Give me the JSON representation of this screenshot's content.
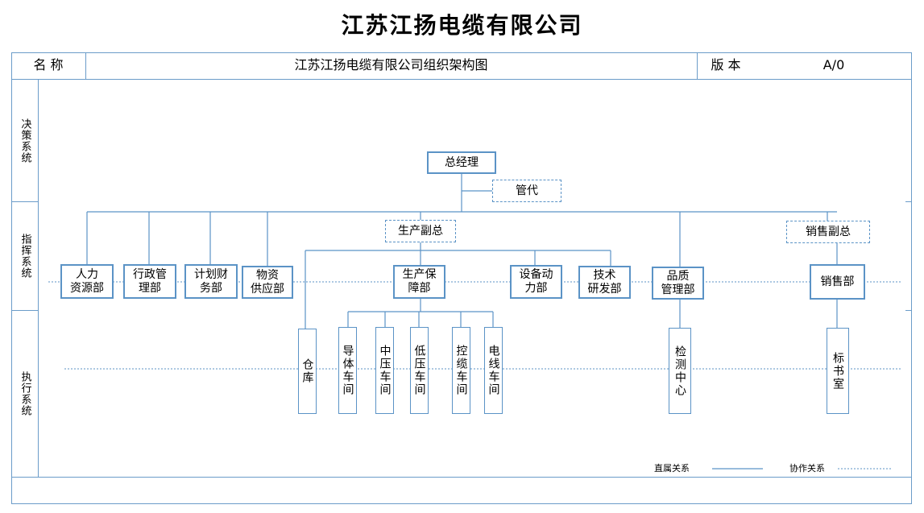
{
  "company_title": "江苏江扬电缆有限公司",
  "header": {
    "name_label": "名 称",
    "doc_name": "江苏江扬电缆有限公司组织架构图",
    "version_label": "版 本",
    "version_value": "A/0"
  },
  "rows": {
    "decision": "决策系统",
    "command": "指挥系统",
    "execution": "执行系统"
  },
  "boxes": {
    "gm": "总经理",
    "agent": "管代",
    "prod_vp": "生产副总",
    "sales_vp": "销售副总",
    "hr": "人力\n资源部",
    "admin": "行政管\n理部",
    "finance": "计划财\n务部",
    "supply": "物资\n供应部",
    "prod_support": "生产保\n障部",
    "equipment": "设备动\n力部",
    "tech": "技术\n研发部",
    "quality": "品质\n管理部",
    "sales": "销售部",
    "warehouse": "仓库",
    "conductor": "导体车间",
    "mv": "中压车间",
    "lv": "低压车间",
    "control_cable": "控缆车间",
    "wire": "电线车间",
    "test_center": "检测中心",
    "tender": "标书室"
  },
  "legend": {
    "direct": "直属关系",
    "coop": "协作关系"
  },
  "colors": {
    "line": "#5b93c6",
    "frame": "#6b9cc9"
  }
}
